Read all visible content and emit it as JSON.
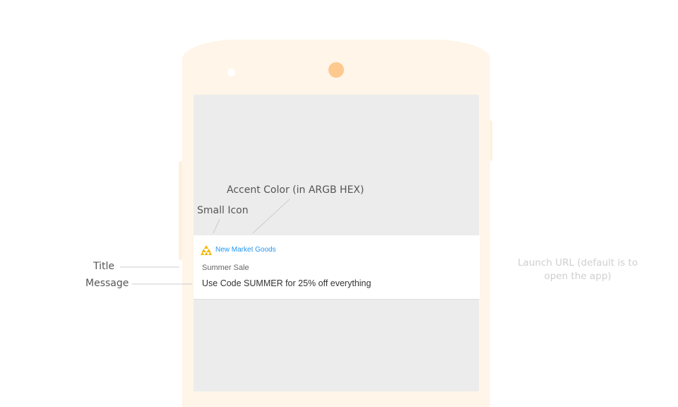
{
  "notification": {
    "app_name": "New Market Goods",
    "title": "Summer Sale",
    "message": "Use Code SUMMER for 25% off everything",
    "accent_color": "#2196f3",
    "small_icon": "stacked-triangles-icon",
    "icon_color": "#f2b705"
  },
  "callouts": {
    "accent_color": "Accent Color (in ARGB HEX)",
    "small_icon": "Small Icon",
    "title": "Title",
    "message": "Message",
    "launch_url": "Launch URL (default is to open the app)"
  },
  "colors": {
    "phone_body": "#fff5e8",
    "camera": "#fdc98f",
    "screen": "#ececec",
    "callout_text": "#555555",
    "launch_url_text": "#cfcfcf"
  }
}
